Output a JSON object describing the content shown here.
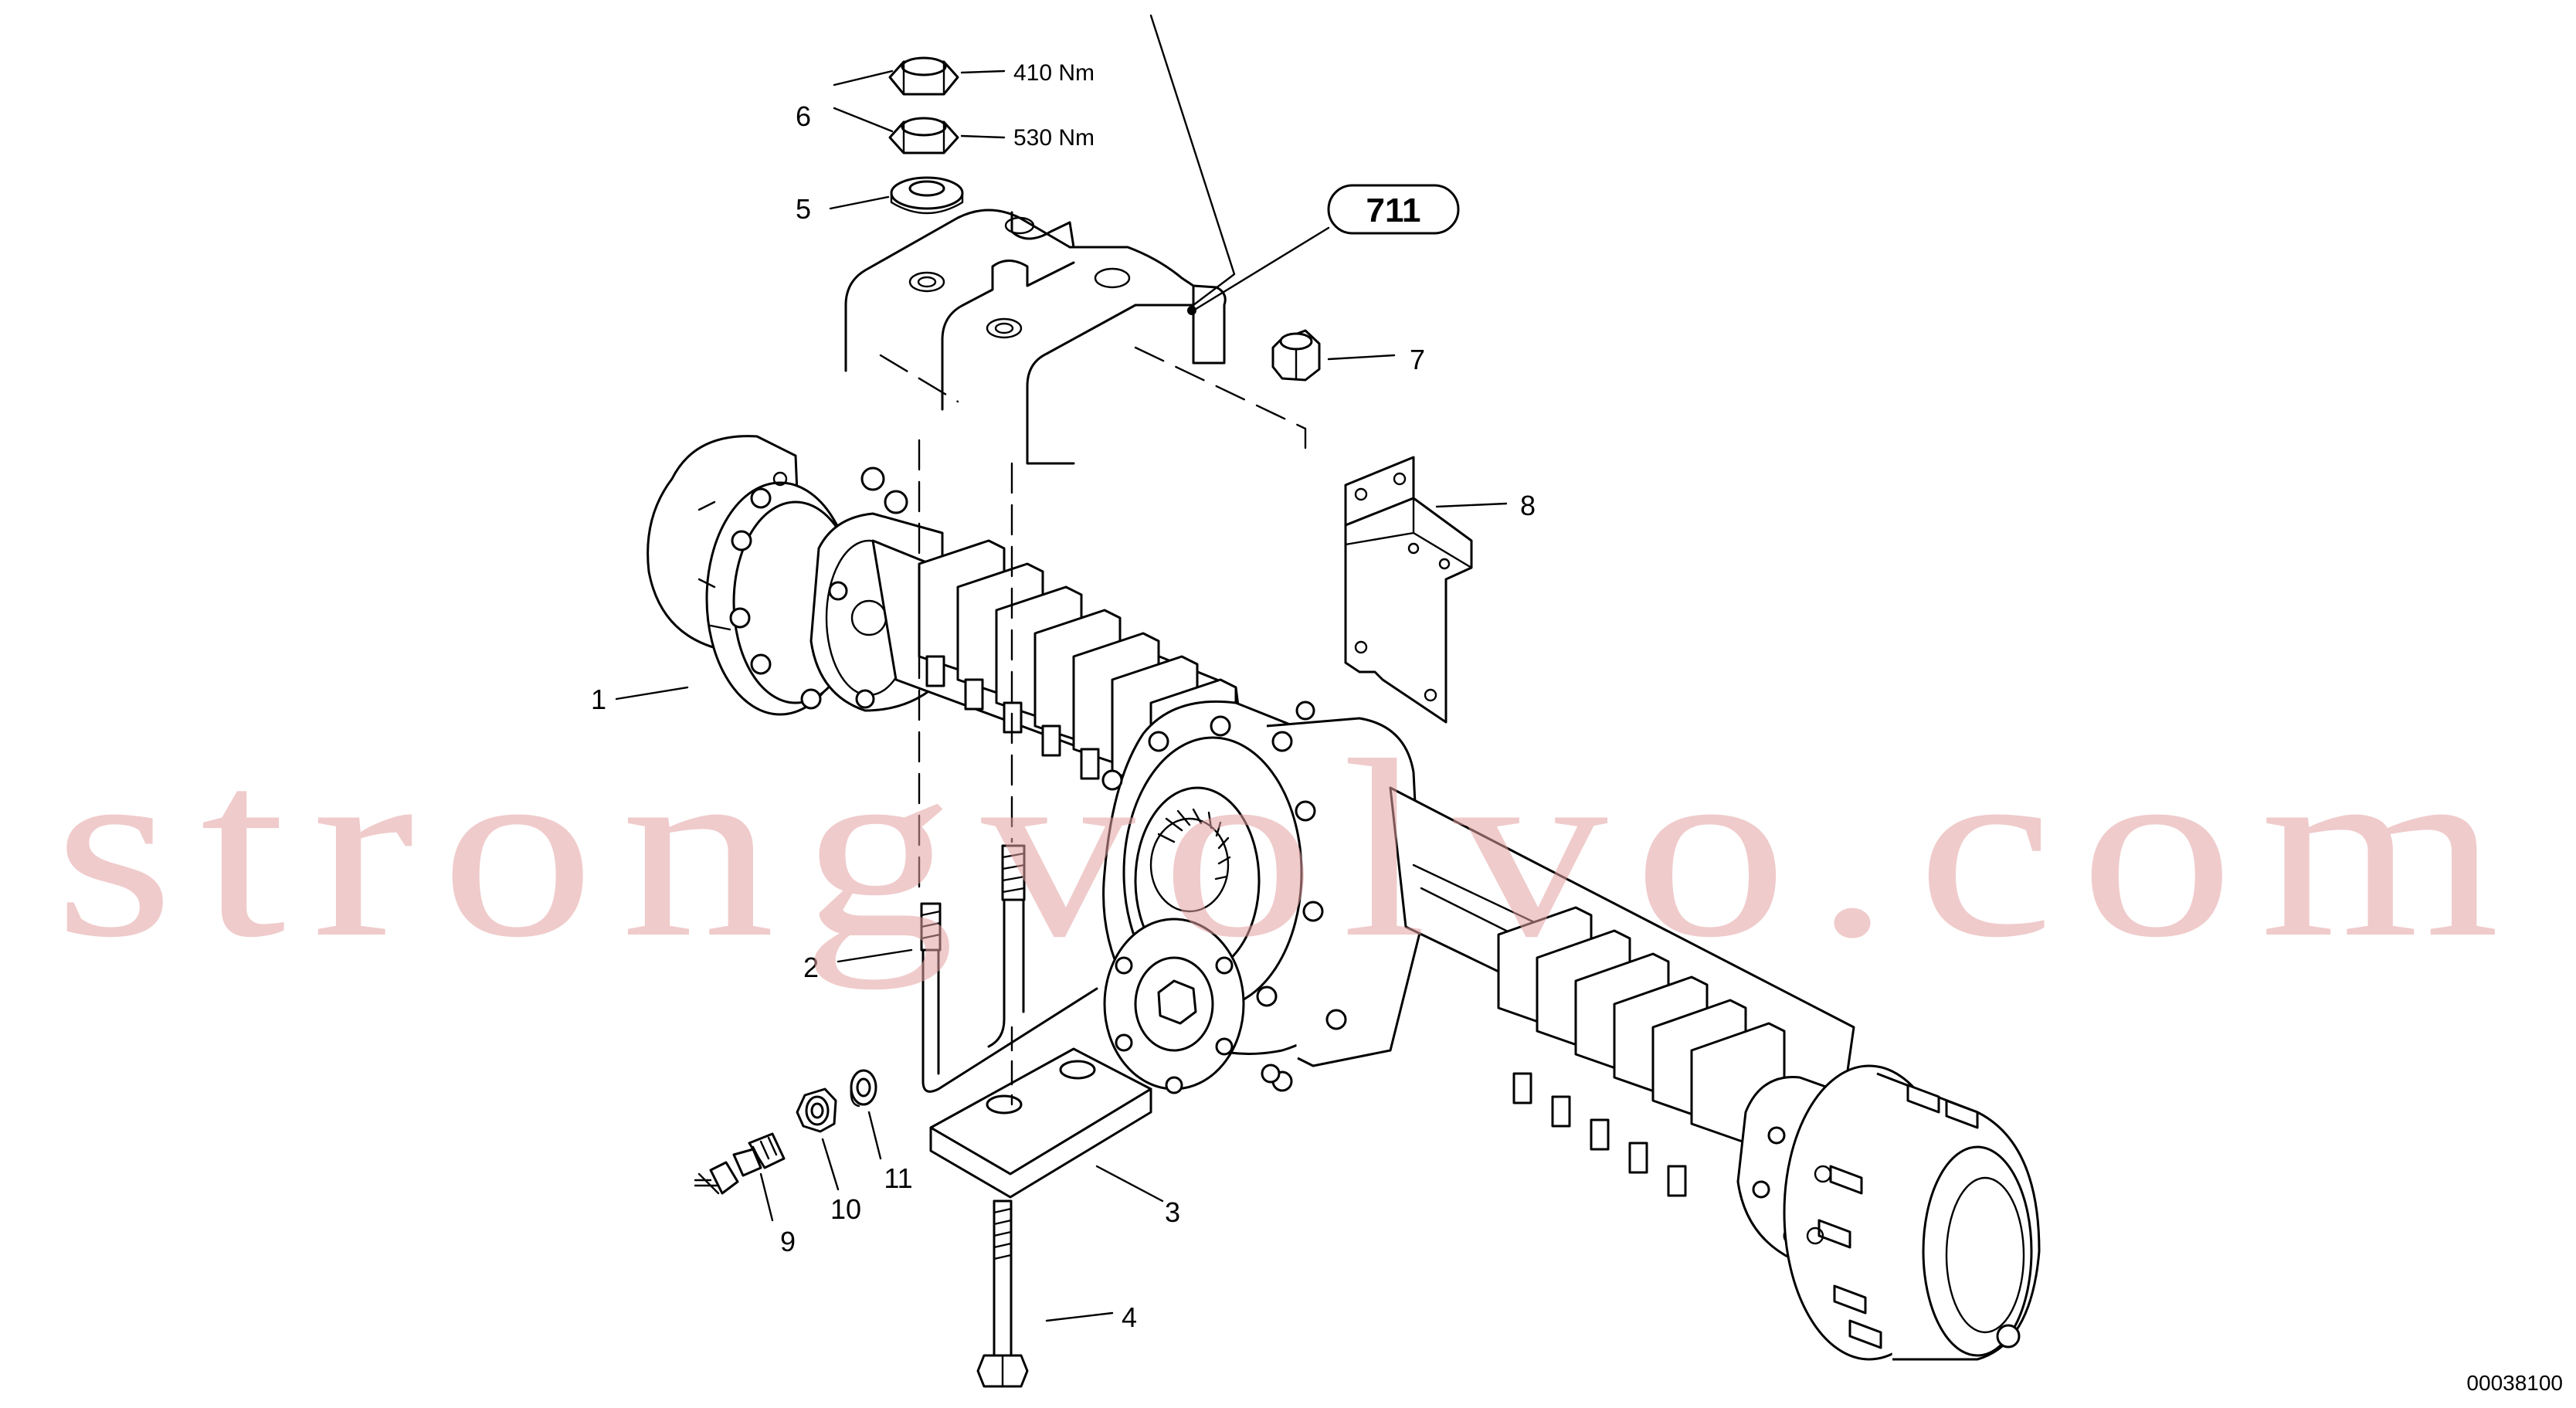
{
  "callouts": [
    {
      "id": "c1",
      "label": "1"
    },
    {
      "id": "c2",
      "label": "2"
    },
    {
      "id": "c3",
      "label": "3"
    },
    {
      "id": "c4",
      "label": "4"
    },
    {
      "id": "c5",
      "label": "5"
    },
    {
      "id": "c6",
      "label": "6"
    },
    {
      "id": "c7",
      "label": "7"
    },
    {
      "id": "c8",
      "label": "8"
    },
    {
      "id": "c9",
      "label": "9"
    },
    {
      "id": "c10",
      "label": "10"
    },
    {
      "id": "c11",
      "label": "11"
    }
  ],
  "torques": {
    "upper_nut": "410  Nm",
    "lower_nut": "530  Nm"
  },
  "reference_group": "711",
  "figure_id": "00038100",
  "watermark": "strongvolvo.com",
  "colors": {
    "line": "#000000",
    "watermark": "#e3a0a0",
    "background": "#ffffff"
  }
}
